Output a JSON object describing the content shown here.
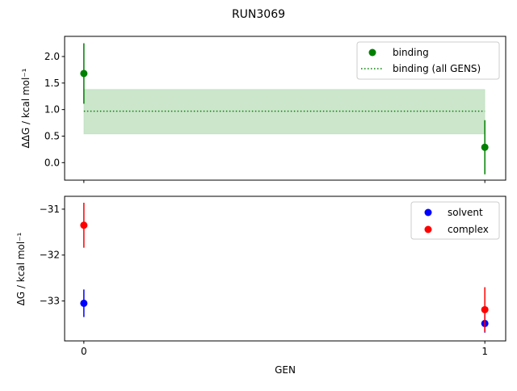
{
  "chart_data": [
    {
      "type": "scatter",
      "suptitle": "RUN3069",
      "ylabel": "ΔΔG / kcal mol⁻¹",
      "xlim": [
        -0.048,
        1.052
      ],
      "ylim": [
        -0.33,
        2.38
      ],
      "yticks": [
        "0.0",
        "0.5",
        "1.0",
        "1.5",
        "2.0"
      ],
      "ytick_values": [
        0,
        0.5,
        1.0,
        1.5,
        2.0
      ],
      "grid": false,
      "legend_position": "top-right",
      "series": [
        {
          "name": "binding",
          "kind": "errorbar",
          "color": "#008000",
          "x": [
            0,
            1
          ],
          "y": [
            1.68,
            0.29
          ],
          "yerr": [
            0.57,
            0.51
          ]
        },
        {
          "name": "binding (all GENS)",
          "kind": "dotted-line-with-band",
          "color": "#008000",
          "x": [
            0,
            1
          ],
          "y": 0.97,
          "band": [
            0.54,
            1.38
          ]
        }
      ]
    },
    {
      "type": "scatter",
      "xlabel": "GEN",
      "ylabel": "ΔG / kcal mol⁻¹",
      "xlim": [
        -0.048,
        1.052
      ],
      "ylim": [
        -33.87,
        -30.72
      ],
      "xticks": [
        "0",
        "1"
      ],
      "xtick_values": [
        0,
        1
      ],
      "yticks": [
        "−31",
        "−32",
        "−33"
      ],
      "ytick_values": [
        -31,
        -32,
        -33
      ],
      "grid": false,
      "legend_position": "top-right",
      "series": [
        {
          "name": "solvent",
          "color": "#0000ff",
          "x": [
            0,
            1
          ],
          "y": [
            -33.05,
            -33.49
          ],
          "yerr": [
            0.3,
            0.2
          ]
        },
        {
          "name": "complex",
          "color": "#ff0000",
          "x": [
            0,
            1
          ],
          "y": [
            -31.35,
            -33.19
          ],
          "yerr": [
            0.49,
            0.49
          ]
        }
      ]
    }
  ]
}
